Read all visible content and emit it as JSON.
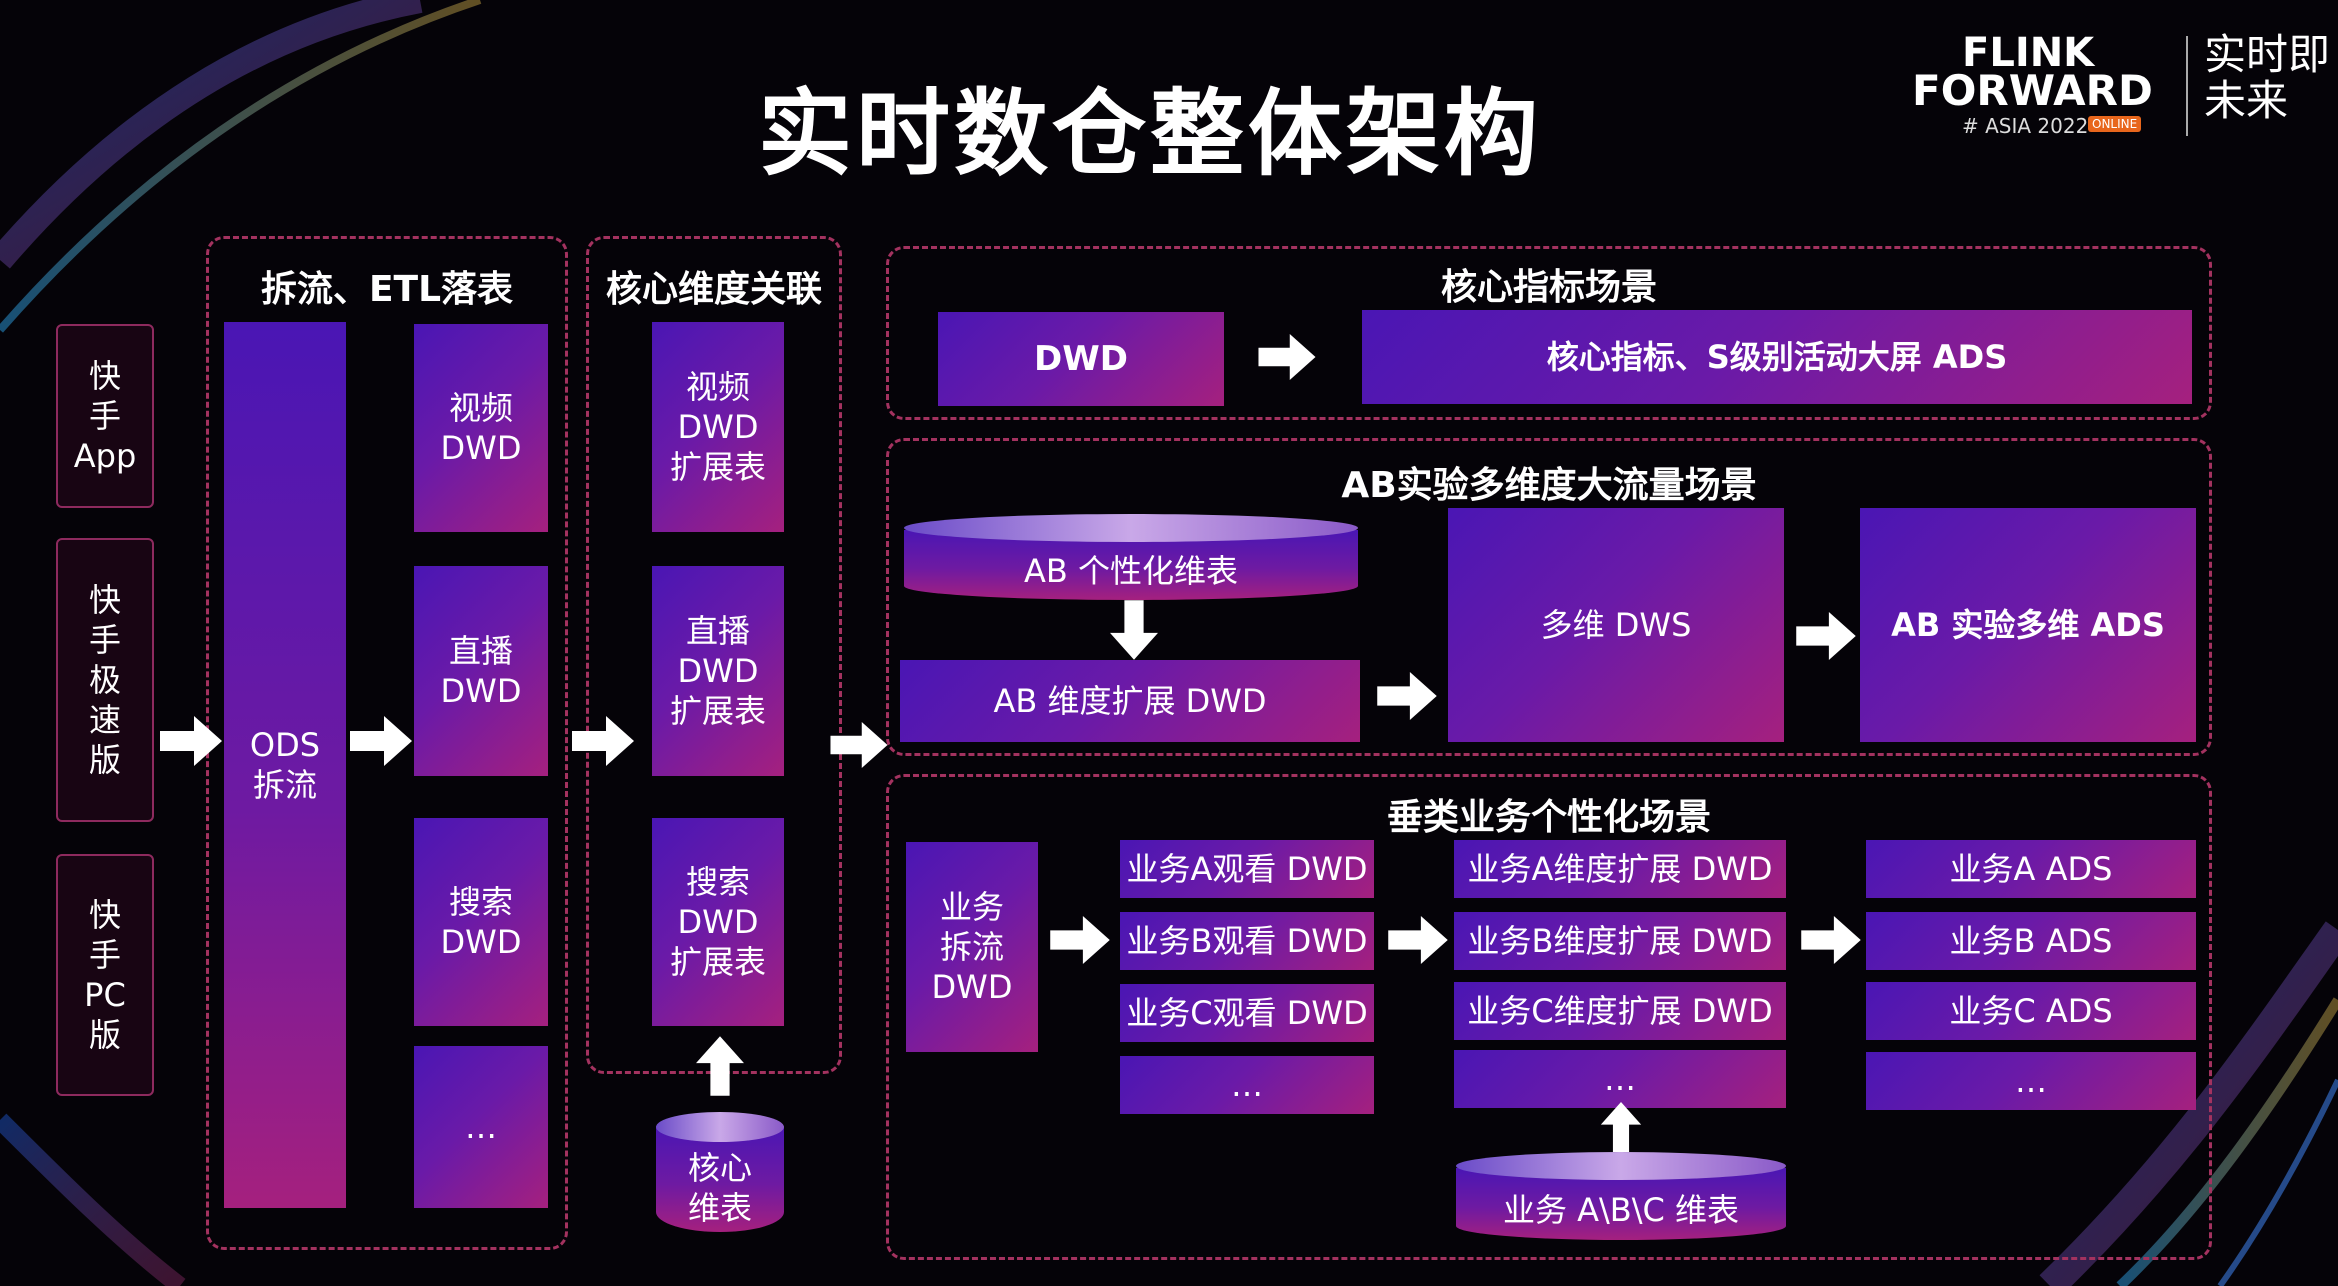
{
  "title": "实时数仓整体架构",
  "logo": {
    "line1": "FLINK",
    "line2": "FORWARD",
    "sub": "# ASIA 2022",
    "badge": "ONLINE",
    "slogan_1": "实时即",
    "slogan_2": "未来"
  },
  "sources": [
    "快\n手\nApp",
    "快\n手\n极\n速\n版",
    "快\n手\nPC\n版"
  ],
  "etl": {
    "title": "拆流、ETL落表",
    "ods": "ODS\n拆流",
    "dwd": [
      "视频\nDWD",
      "直播\nDWD",
      "搜索\nDWD",
      "…"
    ]
  },
  "dim": {
    "title": "核心维度关联",
    "tables": [
      "视频\nDWD\n扩展表",
      "直播\nDWD\n扩展表",
      "搜索\nDWD\n扩展表"
    ],
    "core_dim": "核心\n维表"
  },
  "core": {
    "title": "核心指标场景",
    "dwd": "DWD",
    "ads": "核心指标、S级别活动大屏 ADS"
  },
  "ab": {
    "title": "AB实验多维度大流量场景",
    "dim_table": "AB 个性化维表",
    "dwd": "AB 维度扩展 DWD",
    "dws": "多维 DWS",
    "ads": "AB 实验多维 ADS"
  },
  "vertical": {
    "title": "垂类业务个性化场景",
    "split": "业务\n拆流\nDWD",
    "watch": [
      "业务A观看 DWD",
      "业务B观看 DWD",
      "业务C观看 DWD",
      "…"
    ],
    "ext": [
      "业务A维度扩展 DWD",
      "业务B维度扩展 DWD",
      "业务C维度扩展 DWD",
      "…"
    ],
    "ads": [
      "业务A ADS",
      "业务B ADS",
      "业务C ADS",
      "…"
    ],
    "dim_table": "业务 A\\B\\C 维表"
  }
}
